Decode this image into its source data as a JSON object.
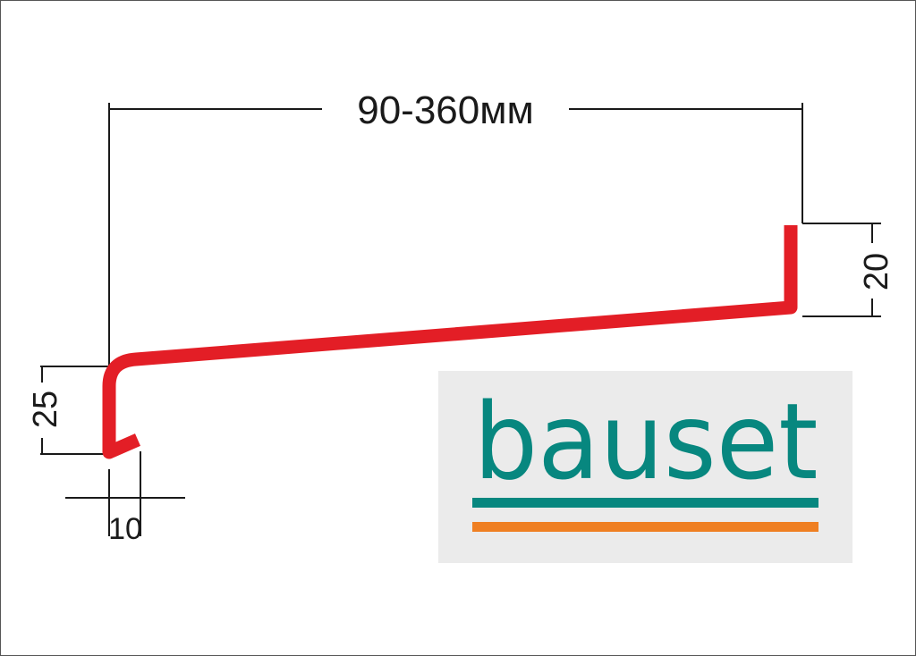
{
  "diagram": {
    "width_label": "90-360мм",
    "right_height_label": "20",
    "left_height_label": "25",
    "hook_width_label": "10"
  },
  "logo": {
    "text": "bauset",
    "colors": {
      "teal": "#07877f",
      "orange": "#ef7f22",
      "background": "#ebebeb"
    }
  },
  "colors": {
    "profile": "#e31e26",
    "dimension": "#1a1a1a"
  }
}
